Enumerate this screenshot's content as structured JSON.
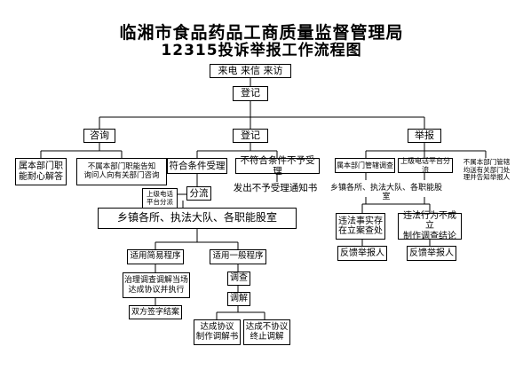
{
  "title": "临湘市食品药品工商质量监督管理局",
  "subtitle": "12315投诉举报工作流程图",
  "nodes": {
    "intake": "来电  来信  来访",
    "register_top": "登记",
    "consult": "咨询",
    "register": "登记",
    "report": "举报",
    "own_dept_answer": "属本部门职\n能耐心解答",
    "not_own_dept_consult": "不属本部门职能告知\n询问人向有关部门咨询",
    "meets_conditions": "符合条件受理",
    "not_meet_conditions": "不符合条件不予受理",
    "notice_not_accepted": "发出不予受理通知书",
    "upper_platform": "上级电话\n平台分派",
    "distribute": "分流",
    "township_units": "乡镇各所、执法大队、各职能股室",
    "simple_procedure": "适用简易程序",
    "general_procedure": "适用一般程序",
    "onsite_mediation": "治理调查调解当场\n达成协议并执行",
    "signed_closure": "双方签字结案",
    "investigation": "调查",
    "mediation": "调解",
    "agreement_reached": "达成协议\n制作调解书",
    "no_agreement": "达成不协议\n终止调解",
    "own_dept_investigation": "属本部门管辖调查",
    "upper_platform_report": "上级电话平台分流",
    "not_own_jurisdiction": "不属本部门管辖\n均送有关部门处\n理并告知举报人",
    "report_units": "乡镇各所、执法大队、各职能股室",
    "violation_confirmed": "违法事实存\n在立案查处",
    "violation_not_confirmed": "违法行为不成立\n制作调查结论",
    "feedback_reporter_1": "反馈举报人",
    "feedback_reporter_2": "反馈举报人"
  }
}
